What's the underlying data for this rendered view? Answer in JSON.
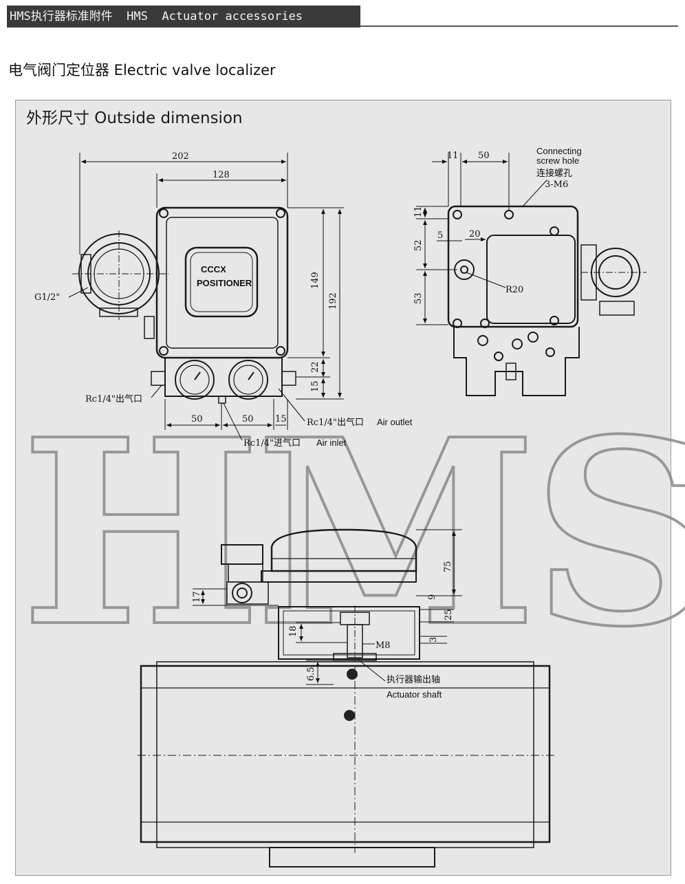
{
  "header": {
    "title": "HMS执行器标准附件  HMS  Actuator accessories"
  },
  "page": {
    "subtitle": "电气阀门定位器 Electric valve localizer"
  },
  "panel": {
    "title": "外形尺寸  Outside dimension"
  },
  "front_view": {
    "brand_text": "CCCX",
    "brand_sub": "POSITIONER",
    "dims": {
      "width_overall": "202",
      "width_body": "128",
      "height_body": "149",
      "height_overall": "192",
      "bottom_22": "22",
      "bottom_15": "15",
      "gauge_spacing_1": "50",
      "gauge_spacing_2": "50",
      "gauge_spacing_3": "15"
    },
    "labels": {
      "conduit": "G1/2\"",
      "port_left": "Rc1/4\"出气口",
      "port_outlet_cn": "Rc1/4\"出气口",
      "port_outlet_en": "Air outlet",
      "port_inlet_cn": "Rc1/4\"进气口",
      "port_inlet_en": "Air inlet"
    }
  },
  "back_view": {
    "dims": {
      "top_11": "11",
      "top_50": "50",
      "side_11": "11",
      "side_52": "52",
      "side_53": "53",
      "offset_5": "5",
      "offset_20": "20",
      "radius": "R20"
    },
    "labels": {
      "screw_en_1": "Connecting",
      "screw_en_2": "screw hole",
      "screw_cn": "连接螺孔",
      "screw_spec": "3-M6"
    }
  },
  "side_view": {
    "dims": {
      "h_75": "75",
      "h_17": "17",
      "h_9": "9",
      "h_25": "25",
      "h_18": "18",
      "h_3": "3",
      "h_6_5": "6.5",
      "thread": "M8"
    },
    "labels": {
      "shaft_cn": "执行器输出轴",
      "shaft_en": "Actuator shaft"
    }
  },
  "watermark": {
    "text": "HMS"
  },
  "colors": {
    "header_bg": "#3a3a3a",
    "panel_bg": "#e7e7e7",
    "line": "#1a1a1a"
  }
}
